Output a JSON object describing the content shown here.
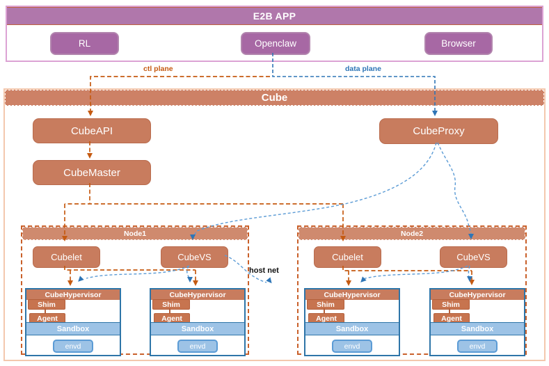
{
  "app": {
    "title": "E2B APP",
    "buttons": [
      {
        "label": "RL"
      },
      {
        "label": "Openclaw"
      },
      {
        "label": "Browser"
      }
    ]
  },
  "planes": {
    "ctl": "ctl plane",
    "data": "data plane"
  },
  "cube": {
    "title": "Cube",
    "api": "CubeAPI",
    "master": "CubeMaster",
    "proxy": "CubeProxy",
    "host_net": "host net",
    "nodes": [
      {
        "title": "Node1",
        "cubelet": "Cubelet",
        "cubevs": "CubeVS",
        "hypervisors": [
          {
            "title": "CubeHypervisor",
            "shim": "Shim",
            "agent": "Agent",
            "sandbox": "Sandbox",
            "envd": "envd"
          },
          {
            "title": "CubeHypervisor",
            "shim": "Shim",
            "agent": "Agent",
            "sandbox": "Sandbox",
            "envd": "envd"
          }
        ]
      },
      {
        "title": "Node2",
        "cubelet": "Cubelet",
        "cubevs": "CubeVS",
        "hypervisors": [
          {
            "title": "CubeHypervisor",
            "shim": "Shim",
            "agent": "Agent",
            "sandbox": "Sandbox",
            "envd": "envd"
          },
          {
            "title": "CubeHypervisor",
            "shim": "Shim",
            "agent": "Agent",
            "sandbox": "Sandbox",
            "envd": "envd"
          }
        ]
      }
    ]
  },
  "colors": {
    "purple_header": "#b077ab",
    "purple_button": "#a768a4",
    "salmon_box": "#c87c5e",
    "node_header": "#cf8a6e",
    "orange_line": "#c55a11",
    "blue_dark": "#2e75b6",
    "blue_light": "#5b9bd5",
    "sandbox_blue": "#9dc3e6",
    "app_border": "#dca2d4",
    "cube_border": "#f3c7ad"
  }
}
